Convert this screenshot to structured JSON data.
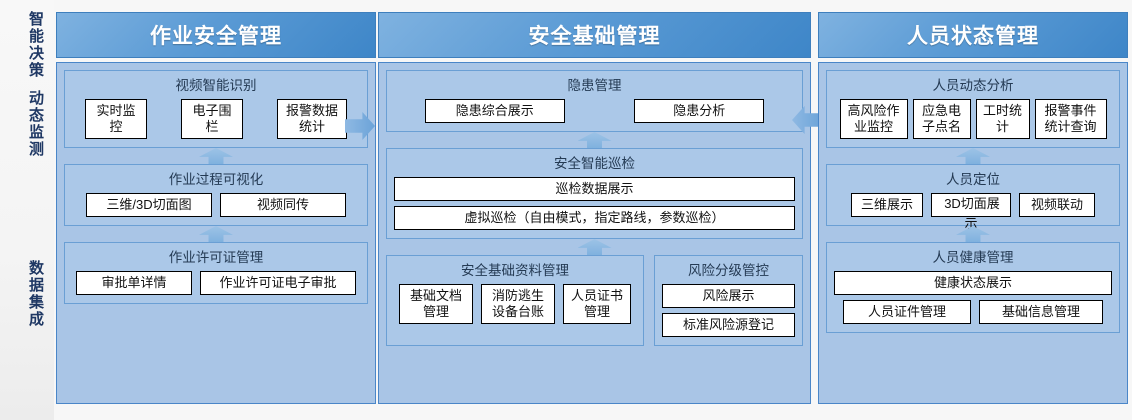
{
  "sidebar": {
    "labels": [
      "智能决策",
      "动态监测",
      "数据集成"
    ]
  },
  "arrows": {
    "left_to_middle": "right-arrow",
    "right_to_middle": "left-arrow",
    "vertical": "up-arrow"
  },
  "colors": {
    "header_blue": "#5b9bd5",
    "panel_blue": "#a9c5e6",
    "section_blue": "#abc8e8",
    "border_blue": "#4a86c8",
    "sidebar_text": "#1f3864",
    "box_bg": "#ffffff",
    "box_border": "#000000"
  },
  "columns": [
    {
      "title": "作业安全管理",
      "sections": [
        {
          "title": "视频智能识别",
          "rows": [
            [
              "实时监控",
              "电子围栏",
              "报警数据统计"
            ]
          ]
        },
        {
          "title": "作业过程可视化",
          "rows": [
            [
              "三维/3D切面图",
              "视频同传"
            ]
          ]
        },
        {
          "title": "作业许可证管理",
          "rows": [
            [
              "审批单详情",
              "作业许可证电子审批"
            ]
          ]
        }
      ]
    },
    {
      "title": "安全基础管理",
      "sections": [
        {
          "title": "隐患管理",
          "rows": [
            [
              "隐患综合展示",
              "隐患分析"
            ]
          ]
        },
        {
          "title": "安全智能巡检",
          "rows": [
            [
              "巡检数据展示"
            ],
            [
              "虚拟巡检（自由模式，指定路线，参数巡检）"
            ]
          ]
        },
        {
          "title": "安全基础资料管理",
          "rows": [
            [
              "基础文档管理",
              "消防逃生设备台账",
              "人员证书管理"
            ]
          ]
        },
        {
          "title": "风险分级管控",
          "rows": [
            [
              "风险展示"
            ],
            [
              "标准风险源登记"
            ]
          ]
        }
      ]
    },
    {
      "title": "人员状态管理",
      "sections": [
        {
          "title": "人员动态分析",
          "rows": [
            [
              "高风险作业监控",
              "应急电子点名",
              "工时统计",
              "报警事件统计查询"
            ]
          ]
        },
        {
          "title": "人员定位",
          "rows": [
            [
              "三维展示",
              "3D切面展示",
              "视频联动"
            ]
          ],
          "clipped_box": {
            "visible": "3D切面展",
            "overflow": "示"
          }
        },
        {
          "title": "人员健康管理",
          "rows": [
            [
              "健康状态展示"
            ],
            [
              "人员证件管理",
              "基础信息管理"
            ]
          ]
        }
      ]
    }
  ]
}
